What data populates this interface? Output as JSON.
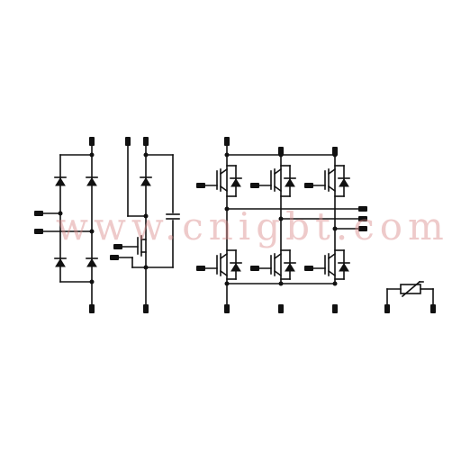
{
  "diagram": {
    "type": "power-module-schematic",
    "sections": [
      "rectifier-bridge",
      "brake-chopper",
      "three-phase-inverter",
      "ntc-thermistor"
    ]
  },
  "watermark": {
    "text": "www.cnigbt.com",
    "color": "#d98a8a"
  },
  "colors": {
    "line": "#111111",
    "background": "#ffffff"
  }
}
